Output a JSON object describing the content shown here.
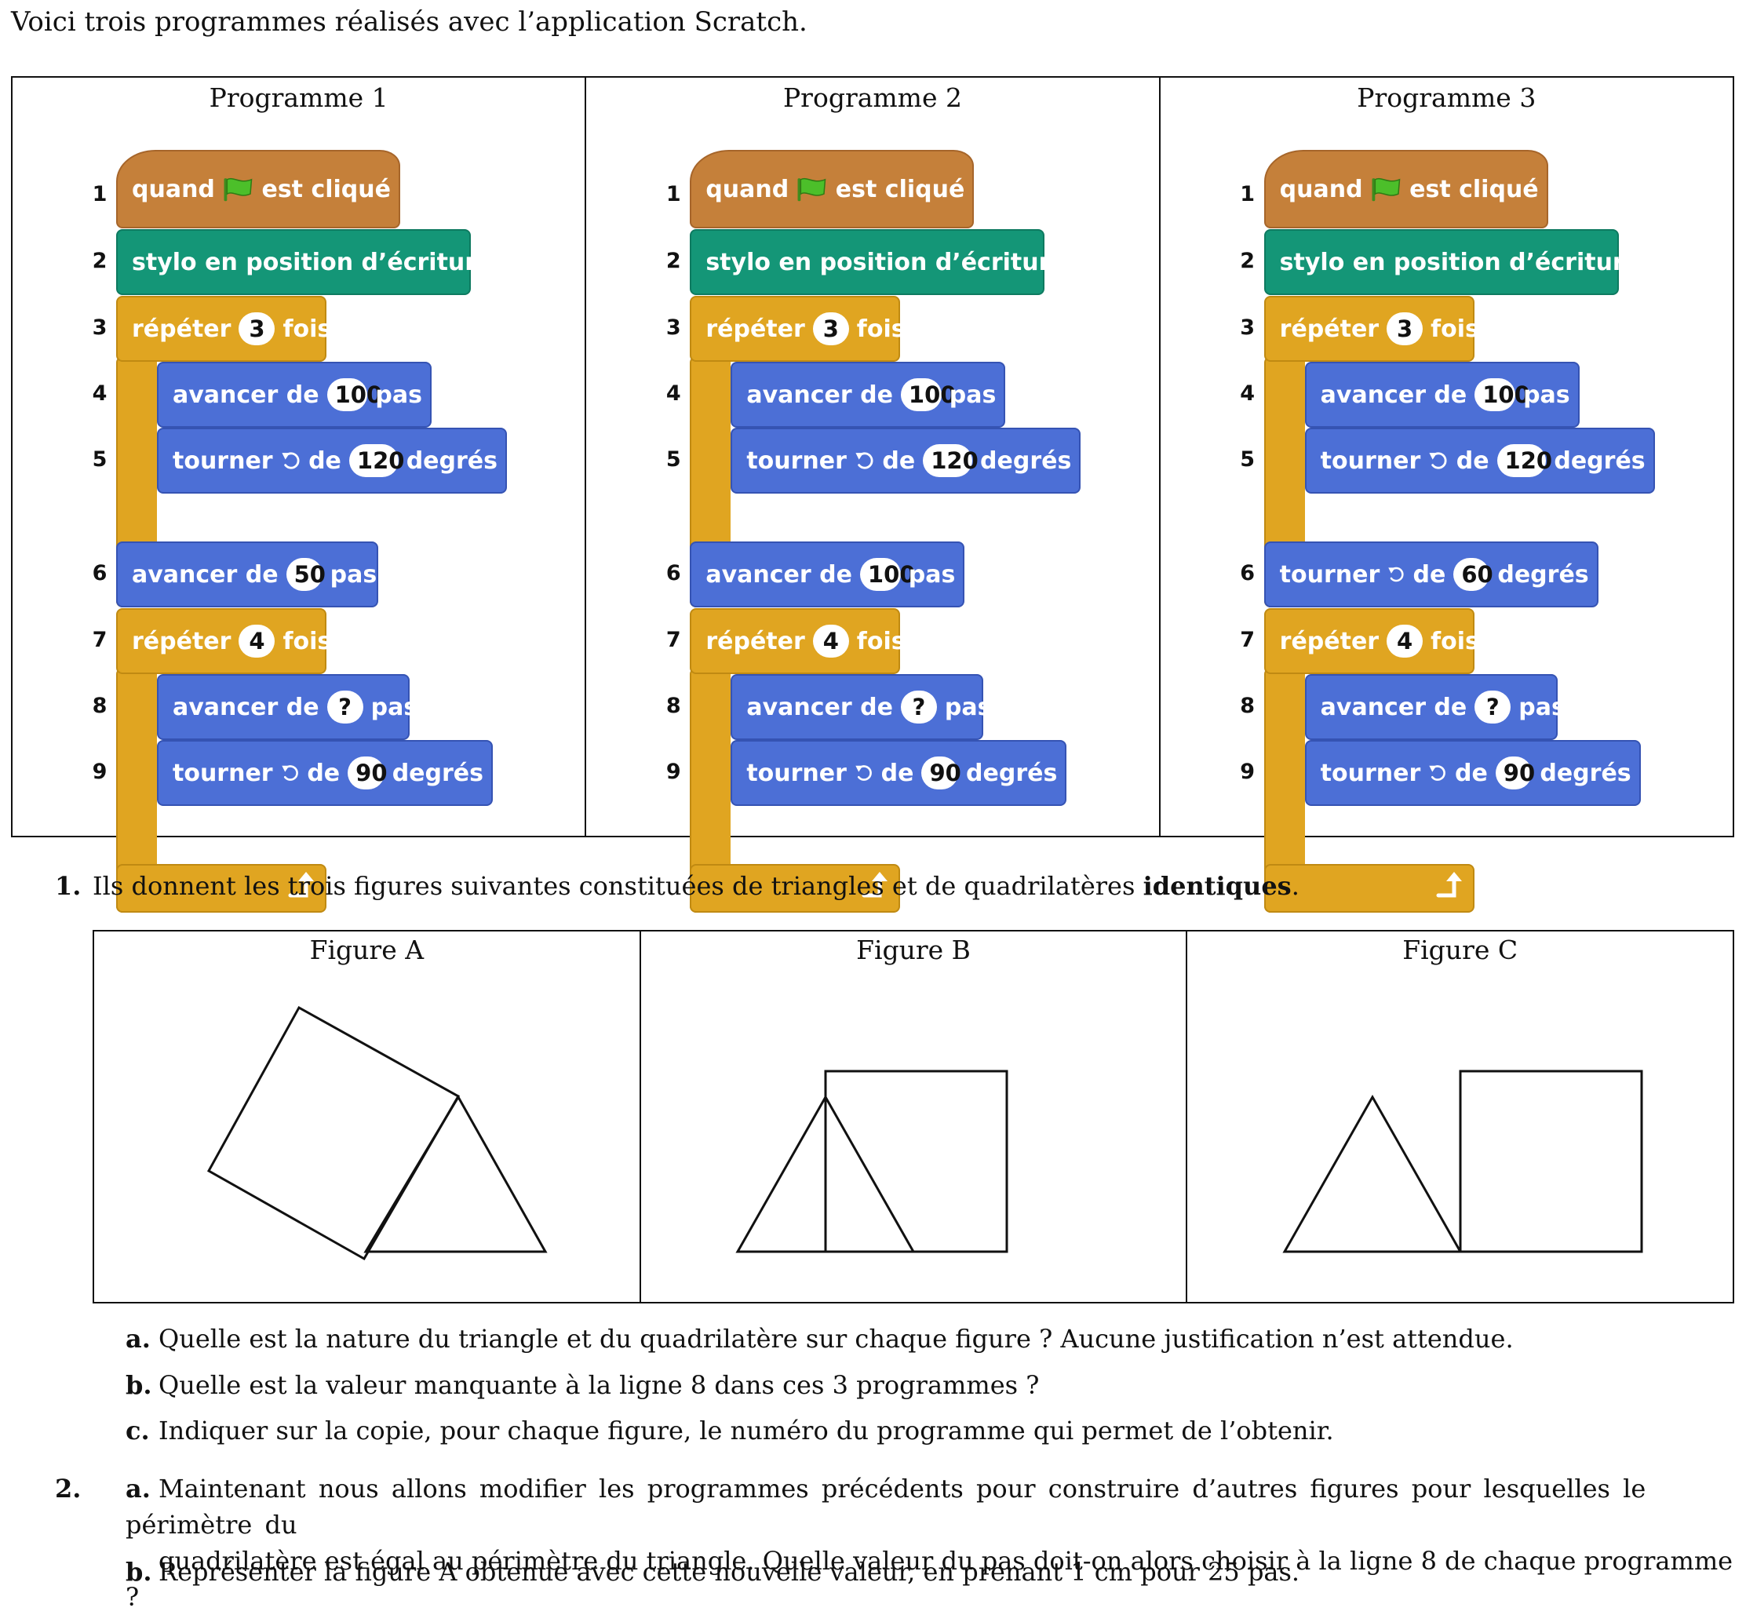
{
  "intro": "Voici trois programmes réalisés avec l’application Scratch.",
  "programs": [
    {
      "title": "Programme 1",
      "hat": {
        "pre": "quand",
        "post": "est cliqué"
      },
      "pen": "stylo en position d’écriture",
      "rep1": {
        "pre": "répéter",
        "n": "3",
        "post": "fois"
      },
      "l4": {
        "pre": "avancer de",
        "v": "100",
        "post": "pas"
      },
      "l5": {
        "pre": "tourner",
        "mid": "de",
        "v": "120",
        "post": "degrés"
      },
      "l6": {
        "type": "move",
        "pre": "avancer de",
        "v": "50",
        "post": "pas"
      },
      "rep2": {
        "pre": "répéter",
        "n": "4",
        "post": "fois"
      },
      "l8": {
        "pre": "avancer de",
        "v": "?",
        "post": "pas"
      },
      "l9": {
        "pre": "tourner",
        "mid": "de",
        "v": "90",
        "post": "degrés"
      }
    },
    {
      "title": "Programme 2",
      "hat": {
        "pre": "quand",
        "post": "est cliqué"
      },
      "pen": "stylo en position d’écriture",
      "rep1": {
        "pre": "répéter",
        "n": "3",
        "post": "fois"
      },
      "l4": {
        "pre": "avancer de",
        "v": "100",
        "post": "pas"
      },
      "l5": {
        "pre": "tourner",
        "mid": "de",
        "v": "120",
        "post": "degrés"
      },
      "l6": {
        "type": "move",
        "pre": "avancer de",
        "v": "100",
        "post": "pas"
      },
      "rep2": {
        "pre": "répéter",
        "n": "4",
        "post": "fois"
      },
      "l8": {
        "pre": "avancer de",
        "v": "?",
        "post": "pas"
      },
      "l9": {
        "pre": "tourner",
        "mid": "de",
        "v": "90",
        "post": "degrés"
      }
    },
    {
      "title": "Programme 3",
      "hat": {
        "pre": "quand",
        "post": "est cliqué"
      },
      "pen": "stylo en position d’écriture",
      "rep1": {
        "pre": "répéter",
        "n": "3",
        "post": "fois"
      },
      "l4": {
        "pre": "avancer de",
        "v": "100",
        "post": "pas"
      },
      "l5": {
        "pre": "tourner",
        "mid": "de",
        "v": "120",
        "post": "degrés"
      },
      "l6": {
        "type": "turn",
        "pre": "tourner",
        "mid": "de",
        "v": "60",
        "post": "degrés"
      },
      "rep2": {
        "pre": "répéter",
        "n": "4",
        "post": "fois"
      },
      "l8": {
        "pre": "avancer de",
        "v": "?",
        "post": "pas"
      },
      "l9": {
        "pre": "tourner",
        "mid": "de",
        "v": "90",
        "post": "degrés"
      }
    }
  ],
  "line_numbers": [
    "1",
    "2",
    "3",
    "4",
    "5",
    "6",
    "7",
    "8",
    "9"
  ],
  "q1": {
    "num": "1.",
    "text_pre": "Ils donnent les trois figures suivantes constituées de triangles et de quadrilatères ",
    "text_bold": "identiques",
    "text_post": ".",
    "a": {
      "letter": "a.",
      "text": "Quelle est la nature du triangle et du quadrilatère sur chaque figure ? Aucune justification n’est attendue."
    },
    "b": {
      "letter": "b.",
      "text": "Quelle est la valeur manquante à la ligne 8 dans ces 3 programmes ?"
    },
    "c": {
      "letter": "c.",
      "text": "Indiquer sur la copie, pour chaque figure, le numéro du programme qui permet de l’obtenir."
    }
  },
  "figures": [
    {
      "title": "Figure A"
    },
    {
      "title": "Figure B"
    },
    {
      "title": "Figure C"
    }
  ],
  "q2": {
    "num": "2.",
    "a": {
      "letter": "a.",
      "line1": "Maintenant nous allons modifier les programmes précédents pour construire d’autres figures pour lesquelles le périmètre du",
      "line2": "quadrilatère est égal au périmètre du triangle. Quelle valeur du pas doit-on alors choisir à la ligne 8 de chaque programme ?"
    },
    "b": {
      "letter": "b.",
      "text": "Représenter la figure A obtenue avec cette nouvelle valeur, en prenant 1 cm pour 25 pas."
    }
  },
  "colors": {
    "event": "#c5803a",
    "pen": "#149677",
    "control": "#e0a521",
    "motion": "#4c6fd6"
  }
}
